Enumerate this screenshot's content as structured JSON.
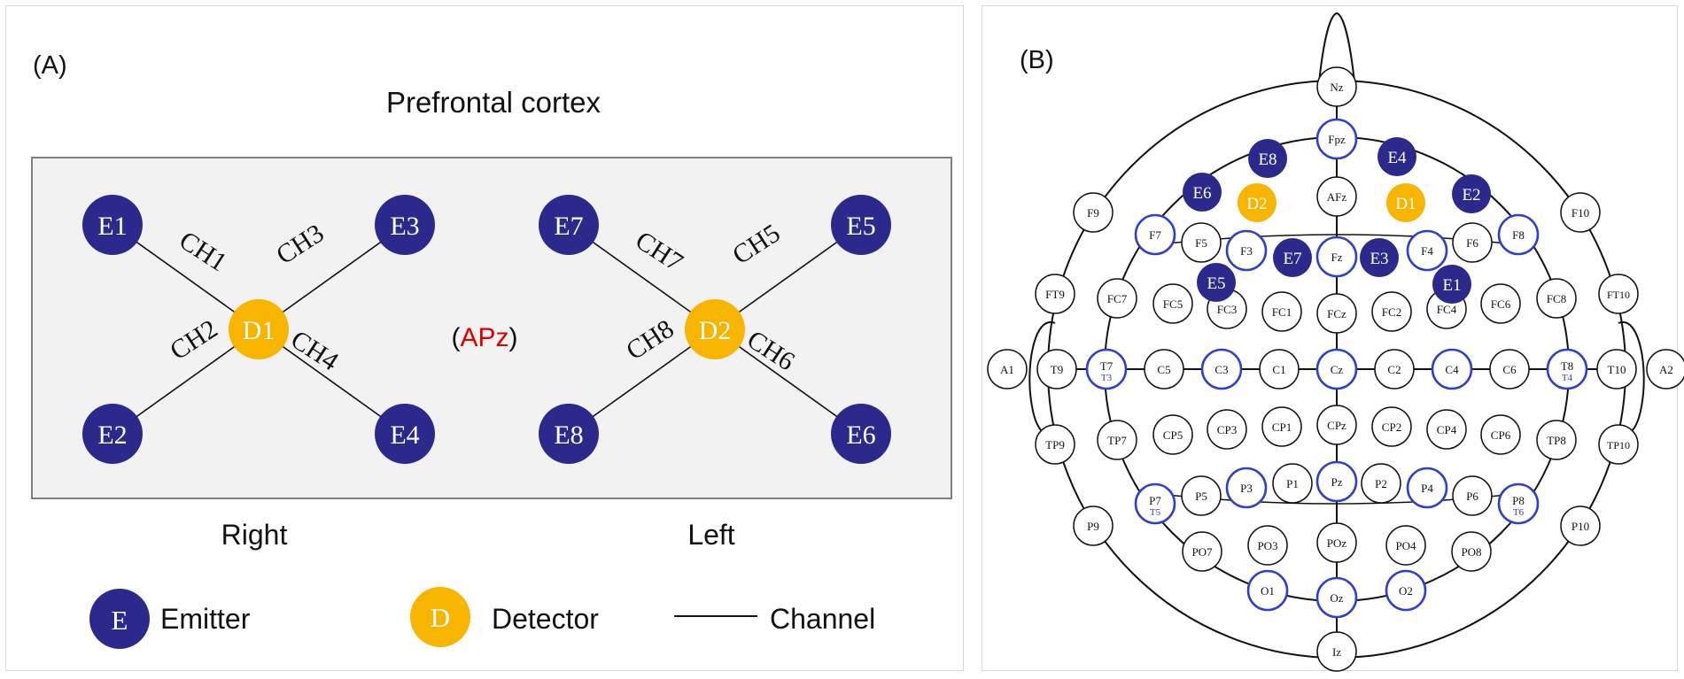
{
  "panel_a": {
    "label": "(A)",
    "title": "Prefrontal cortex",
    "center_open": "(",
    "center_ref": "APz",
    "center_close": ")",
    "groups": [
      {
        "side_label": "Right",
        "detector": "D1",
        "emitters": [
          "E1",
          "E3",
          "E2",
          "E4"
        ],
        "channels": [
          "CH1",
          "CH3",
          "CH2",
          "CH4"
        ]
      },
      {
        "side_label": "Left",
        "detector": "D2",
        "emitters": [
          "E7",
          "E5",
          "E8",
          "E6"
        ],
        "channels": [
          "CH7",
          "CH5",
          "CH8",
          "CH6"
        ]
      }
    ],
    "legend": {
      "emitter_symbol": "E",
      "emitter_label": "Emitter",
      "detector_symbol": "D",
      "detector_label": "Detector",
      "channel_label": "Channel"
    }
  },
  "panel_b": {
    "label": "(B)",
    "electrodes": [
      {
        "name": "Nz"
      },
      {
        "name": "Fpz",
        "style": "blue"
      },
      {
        "name": "AFz"
      },
      {
        "name": "F9"
      },
      {
        "name": "F10"
      },
      {
        "name": "F7",
        "style": "blue"
      },
      {
        "name": "F5"
      },
      {
        "name": "F3",
        "style": "blue"
      },
      {
        "name": "Fz",
        "style": "blue"
      },
      {
        "name": "F4",
        "style": "blue"
      },
      {
        "name": "F6"
      },
      {
        "name": "F8",
        "style": "blue"
      },
      {
        "name": "FT9"
      },
      {
        "name": "FC7"
      },
      {
        "name": "FC5"
      },
      {
        "name": "FC3"
      },
      {
        "name": "FC1"
      },
      {
        "name": "FCz"
      },
      {
        "name": "FC2"
      },
      {
        "name": "FC4"
      },
      {
        "name": "FC6"
      },
      {
        "name": "FC8"
      },
      {
        "name": "FT10"
      },
      {
        "name": "A1"
      },
      {
        "name": "T9"
      },
      {
        "name": "T7",
        "sub": "T3",
        "style": "blue"
      },
      {
        "name": "C5"
      },
      {
        "name": "C3",
        "style": "blue"
      },
      {
        "name": "C1"
      },
      {
        "name": "Cz",
        "style": "blue"
      },
      {
        "name": "C2"
      },
      {
        "name": "C4",
        "style": "blue"
      },
      {
        "name": "C6"
      },
      {
        "name": "T8",
        "sub": "T4",
        "style": "blue"
      },
      {
        "name": "T10"
      },
      {
        "name": "A2"
      },
      {
        "name": "TP9"
      },
      {
        "name": "TP7"
      },
      {
        "name": "CP5"
      },
      {
        "name": "CP3"
      },
      {
        "name": "CP1"
      },
      {
        "name": "CPz"
      },
      {
        "name": "CP2"
      },
      {
        "name": "CP4"
      },
      {
        "name": "CP6"
      },
      {
        "name": "TP8"
      },
      {
        "name": "TP10"
      },
      {
        "name": "P9"
      },
      {
        "name": "P7",
        "sub": "T5",
        "style": "blue"
      },
      {
        "name": "P5"
      },
      {
        "name": "P3",
        "style": "blue"
      },
      {
        "name": "P1"
      },
      {
        "name": "Pz",
        "style": "blue"
      },
      {
        "name": "P2"
      },
      {
        "name": "P4",
        "style": "blue"
      },
      {
        "name": "P6"
      },
      {
        "name": "P8",
        "sub": "T6",
        "style": "blue"
      },
      {
        "name": "P10"
      },
      {
        "name": "PO7"
      },
      {
        "name": "PO3"
      },
      {
        "name": "POz"
      },
      {
        "name": "PO4"
      },
      {
        "name": "PO8"
      },
      {
        "name": "O1",
        "style": "blue"
      },
      {
        "name": "Oz",
        "style": "blue"
      },
      {
        "name": "O2",
        "style": "blue"
      },
      {
        "name": "Iz"
      }
    ],
    "optodes": [
      {
        "name": "E8",
        "type": "emitter"
      },
      {
        "name": "E4",
        "type": "emitter"
      },
      {
        "name": "E6",
        "type": "emitter"
      },
      {
        "name": "E2",
        "type": "emitter"
      },
      {
        "name": "D2",
        "type": "detector"
      },
      {
        "name": "D1",
        "type": "detector"
      },
      {
        "name": "E7",
        "type": "emitter"
      },
      {
        "name": "E3",
        "type": "emitter"
      },
      {
        "name": "E5",
        "type": "emitter"
      },
      {
        "name": "E1",
        "type": "emitter"
      }
    ]
  },
  "colors": {
    "emitter": "#2b2a8c",
    "detector": "#f7b500",
    "highlight_ring": "#3240c8",
    "reference_text": "#e00000",
    "box_fill": "#f2f2f2",
    "box_border": "#808080"
  }
}
